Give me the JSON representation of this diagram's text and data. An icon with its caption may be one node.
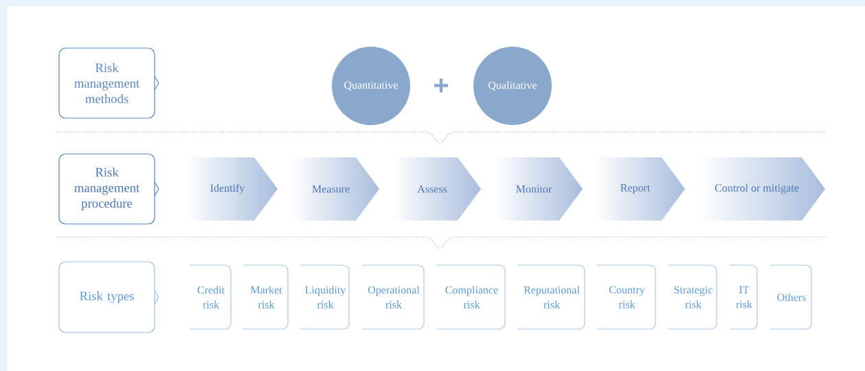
{
  "diagram": {
    "nodes": [
      {
        "text": [
          "Risk management methods"
        ]
      },
      {
        "text": [
          "Quantitative"
        ]
      },
      {
        "text": [
          "Qualitative"
        ]
      },
      {
        "text": [
          "Risk management procedure"
        ]
      },
      {
        "text": [
          "Identify"
        ]
      },
      {
        "text": [
          "Measure"
        ]
      },
      {
        "text": [
          "Assess"
        ]
      },
      {
        "text": [
          "Monitor"
        ]
      },
      {
        "text": [
          "Report"
        ]
      },
      {
        "text": [
          "Control or mitigate"
        ]
      },
      {
        "text": [
          "Risk types"
        ]
      },
      {
        "text": [
          "Credit risk"
        ]
      },
      {
        "text": [
          "Market risk"
        ]
      },
      {
        "text": [
          "Liquidity risk"
        ]
      },
      {
        "text": [
          "Operational risk"
        ]
      },
      {
        "text": [
          "Compliance risk"
        ]
      },
      {
        "text": [
          "Reputational risk"
        ]
      },
      {
        "text": [
          "Country risk"
        ]
      },
      {
        "text": [
          "Strategic risk"
        ]
      },
      {
        "text": [
          "IT risk"
        ]
      },
      {
        "text": [
          "Others"
        ]
      }
    ],
    "labels": [
      "+"
    ]
  }
}
